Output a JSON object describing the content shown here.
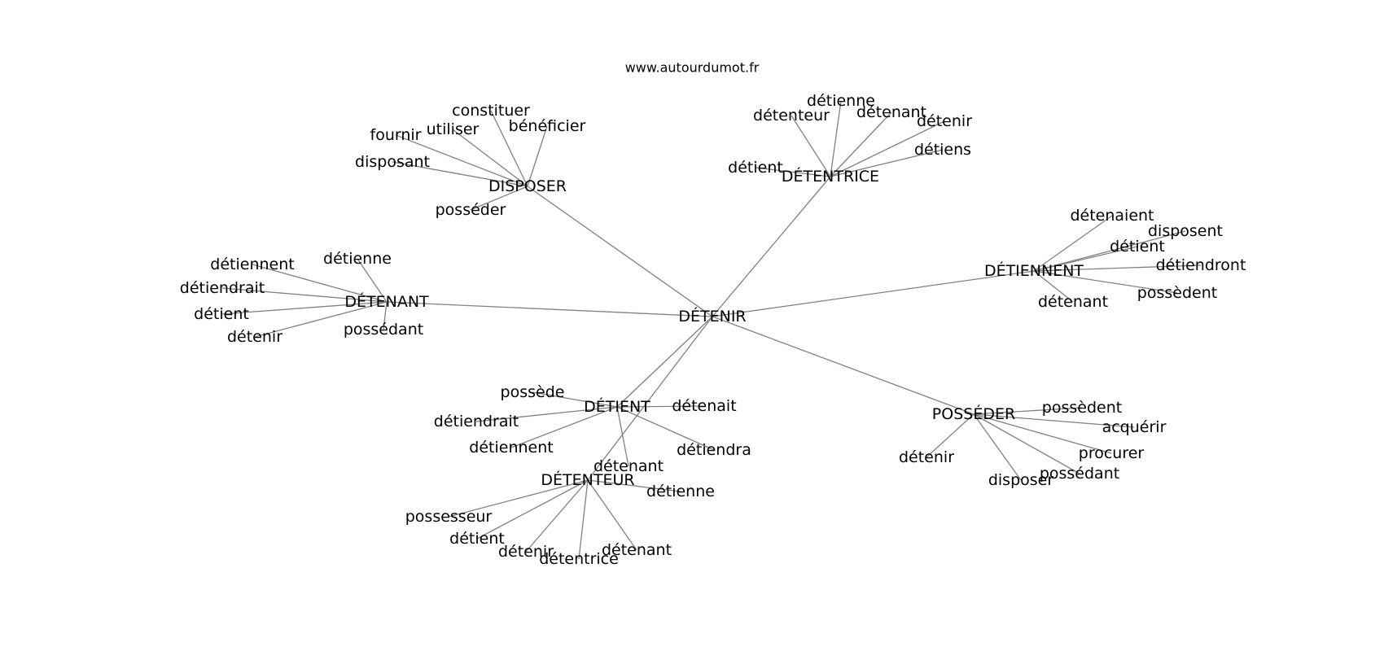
{
  "site": "www.autourdumot.fr",
  "center": "DÉTENIR",
  "clusters": [
    {
      "hub": "DISPOSER",
      "words": [
        "constituer",
        "bénéficier",
        "utiliser",
        "fournir",
        "disposant",
        "posséder"
      ]
    },
    {
      "hub": "DÉTENTRICE",
      "words": [
        "détienne",
        "détenteur",
        "détenant",
        "détenir",
        "détiens",
        "détient"
      ]
    },
    {
      "hub": "DÉTIENNENT",
      "words": [
        "détenaient",
        "disposent",
        "détient",
        "détiendront",
        "possèdent",
        "détenant"
      ]
    },
    {
      "hub": "DÉTENANT",
      "words": [
        "détiennent",
        "détienne",
        "détiendrait",
        "détient",
        "détenir",
        "possédant"
      ]
    },
    {
      "hub": "DÉTIENT",
      "words": [
        "possède",
        "détiendrait",
        "détenait",
        "détiennent",
        "détiendra",
        "détenant"
      ]
    },
    {
      "hub": "DÉTENTEUR",
      "words": [
        "détienne",
        "possesseur",
        "détient",
        "détenir",
        "détentrice",
        "détenant"
      ]
    },
    {
      "hub": "POSSÉDER",
      "words": [
        "possèdent",
        "acquérir",
        "procurer",
        "possédant",
        "détenir",
        "disposer"
      ]
    }
  ]
}
